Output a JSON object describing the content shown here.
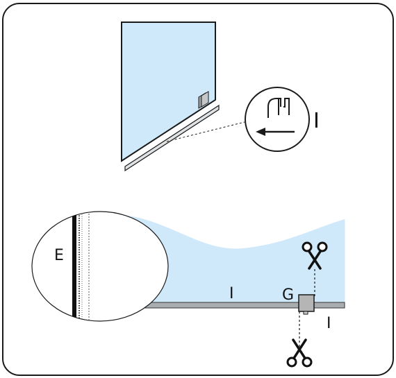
{
  "labels": {
    "detail_top": "I",
    "detail_left": "E",
    "strip_bottom": "I",
    "clip": "G",
    "below_clip": "I"
  },
  "icons": {
    "scissors": "scissors-icon",
    "arrow": "left-arrow-icon"
  },
  "colors": {
    "glass": "#cfe8fa",
    "strip": "#a9adb0",
    "clip": "#b5b5b5",
    "outline": "#1a1a1a"
  }
}
